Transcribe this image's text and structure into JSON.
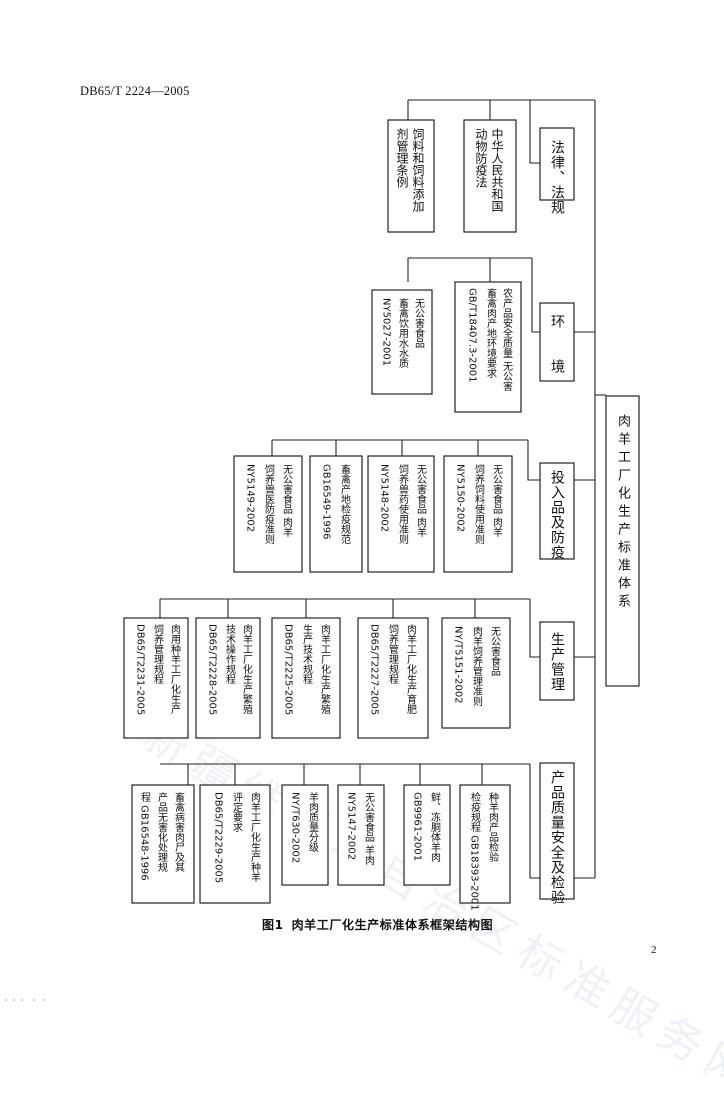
{
  "header": {
    "standard_code": "DB65/T 2224—2005"
  },
  "diagram": {
    "root": "肉羊工厂化生产标准体系",
    "categories": [
      {
        "label": "法律、法规",
        "items": [
          {
            "lines": [
              "中华人民共和国",
              "动物防疫法"
            ]
          },
          {
            "lines": [
              "饲料和饲料添加",
              "剂管理条例"
            ]
          }
        ]
      },
      {
        "label": "环　　境",
        "items": [
          {
            "lines": [
              "农产品安全质量 无公害",
              "畜禽肉产地环境要求",
              "GB/T18407.3-2001"
            ]
          },
          {
            "lines": [
              "无公害食品",
              "畜禽饮用水水质",
              "NY5027-2001"
            ]
          }
        ]
      },
      {
        "label": "投入品及防疫",
        "items": [
          {
            "lines": [
              "无公害食品 肉羊",
              "饲养饲料使用准则",
              "NY5150-2002"
            ]
          },
          {
            "lines": [
              "无公害食品 肉羊",
              "饲养兽药使用准则",
              "NY5148-2002"
            ]
          },
          {
            "lines": [
              "畜禽产地检疫规范",
              "GB16549-1996"
            ]
          },
          {
            "lines": [
              "无公害食品 肉羊",
              "饲养兽医防疫准则",
              "NY5149-2002"
            ]
          }
        ]
      },
      {
        "label": "生产管理",
        "items": [
          {
            "lines": [
              "无公害食品",
              "肉羊饲养管理准则",
              "NY/T5151-2002"
            ]
          },
          {
            "lines": [
              "肉羊工厂化生产育肥",
              "饲养管理规程",
              "DB65/T2227-2005"
            ]
          },
          {
            "lines": [
              "肉羊工厂化生产繁殖",
              "生产技术规程",
              "DB65/T2225-2005"
            ]
          },
          {
            "lines": [
              "肉羊工厂化生产繁殖",
              "技术操作规程",
              "DB65/T2228-2005"
            ]
          },
          {
            "lines": [
              "肉用种羊工厂化生产",
              "饲养管理规程",
              "DB65/T2231-2005"
            ]
          }
        ]
      },
      {
        "label": "产品质量安全及检验",
        "items": [
          {
            "lines": [
              "种羊肉产品检验",
              "检疫规程 GB18393-2001"
            ]
          },
          {
            "lines": [
              "鲜、冻胴体羊肉",
              "GB9961-2001"
            ]
          },
          {
            "lines": [
              "无公害食品 羊肉",
              "NY5147-2002"
            ]
          },
          {
            "lines": [
              "羊肉质量分级",
              "NY/T630-2002"
            ]
          },
          {
            "lines": [
              "肉羊工厂化生产种羊",
              "评定要求",
              "DB65/T2229-2005"
            ]
          },
          {
            "lines": [
              "畜禽病害肉尸及其",
              "产品无害化处理规",
              "程 GB16548-1996"
            ]
          }
        ]
      }
    ]
  },
  "caption": {
    "figure_label": "图1",
    "text": "肉羊工厂化生产标准体系框架结构图"
  },
  "watermark": "新疆维吾尔自治区标准服务网",
  "footer": {
    "page_number": "2"
  }
}
